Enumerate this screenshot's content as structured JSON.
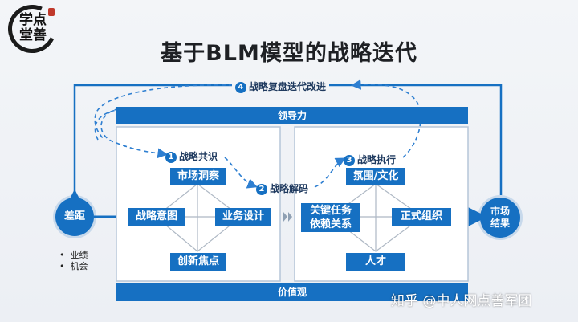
{
  "logo": {
    "text": "学点堂善"
  },
  "title": "基于BLM模型的战略迭代",
  "steps": {
    "s1": {
      "num": "1",
      "label": "战略共识"
    },
    "s2": {
      "num": "2",
      "label": "战略解码"
    },
    "s3": {
      "num": "3",
      "label": "战略执行"
    },
    "s4": {
      "num": "4",
      "label": "战略复盘迭代改进"
    }
  },
  "top_bar": "领导力",
  "bottom_bar": "价值观",
  "gap": {
    "label": "差距",
    "bullets": [
      "业绩",
      "机会"
    ]
  },
  "result": {
    "label": "市场\n结果"
  },
  "left_panel": {
    "top": "市场洞察",
    "left": "战略意图",
    "right": "业务设计",
    "bottom": "创新焦点"
  },
  "right_panel": {
    "top": "氛围/文化",
    "left": "关键任务\n依赖关系",
    "right": "正式组织",
    "bottom": "人才"
  },
  "watermark": "知乎 @中人网点善军团",
  "colors": {
    "primary": "#1670c2",
    "panel_border": "#b5c6d8",
    "arrow": "#2e7fd1"
  }
}
